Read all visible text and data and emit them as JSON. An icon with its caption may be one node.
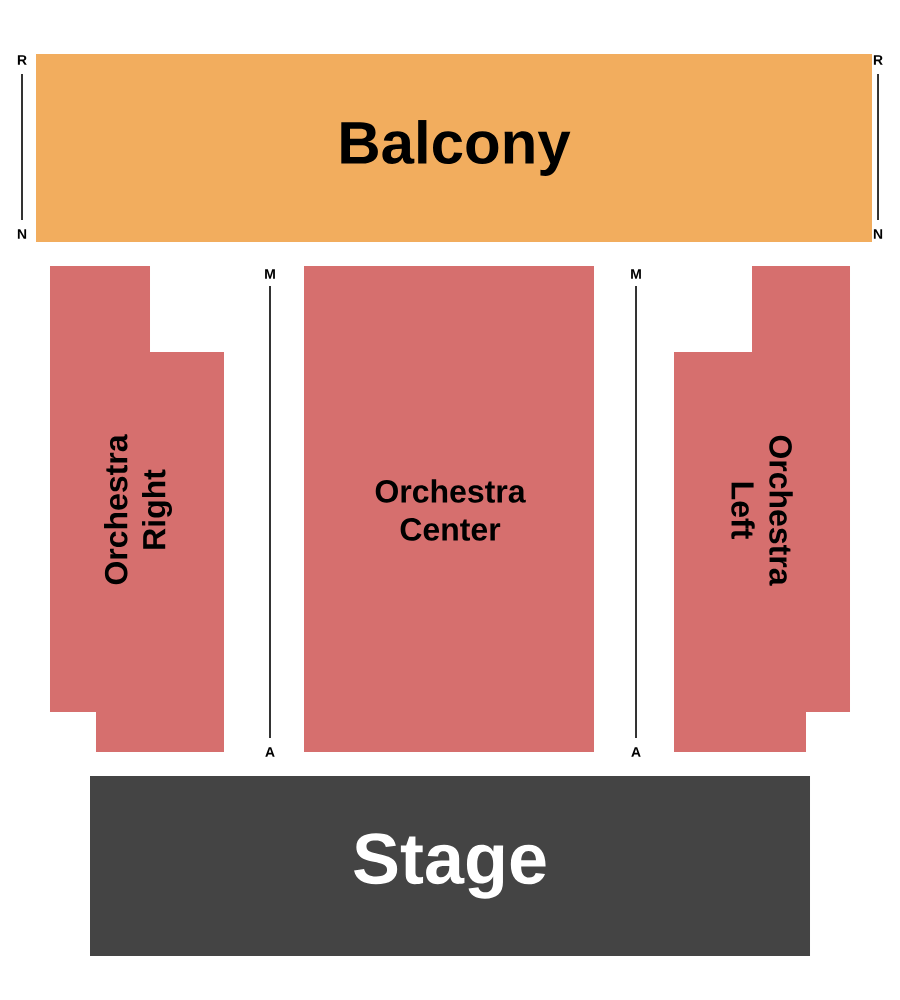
{
  "diagram": {
    "nodes": [
      {
        "text": [
          "Balcony"
        ]
      },
      {
        "text": [
          "Orchestra Right"
        ]
      },
      {
        "text": [
          "Orchestra Center"
        ]
      },
      {
        "text": [
          "Orchestra Left"
        ]
      },
      {
        "text": [
          "Stage"
        ]
      }
    ],
    "labels": [
      "R",
      "N",
      "R",
      "N",
      "M",
      "A",
      "M",
      "A"
    ]
  }
}
